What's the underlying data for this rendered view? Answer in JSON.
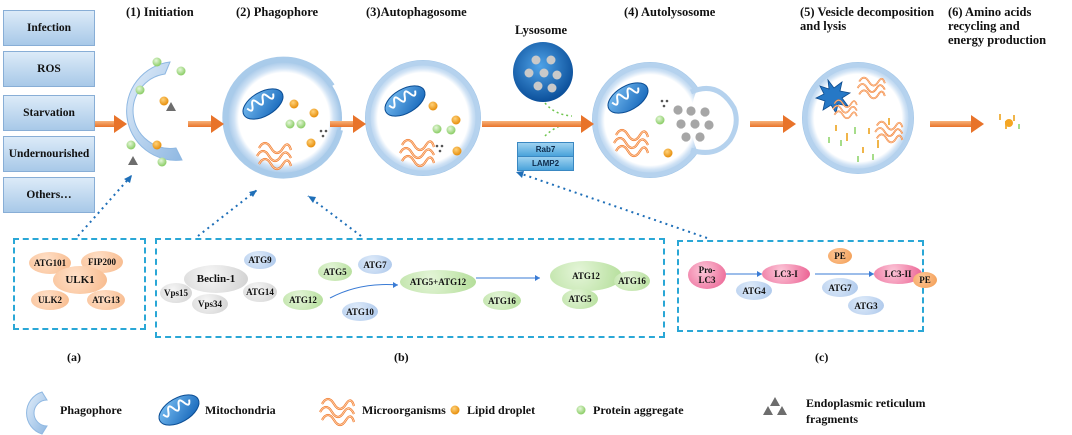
{
  "stages": {
    "s1": "(1) Initiation",
    "s2": "(2) Phagophore",
    "s3": "(3)Autophagosome",
    "lysosome": "Lysosome",
    "s4": "(4) Autolysosome",
    "s5_line1": "(5) Vesicle decomposition",
    "s5_line2": "and lysis",
    "s6_line1": "(6) Amino acids",
    "s6_line2": "recycling and",
    "s6_line3": "energy production"
  },
  "triggers": [
    "Infection",
    "ROS",
    "Starvation",
    "Undernourished",
    "Others…"
  ],
  "lysosome_markers": [
    "Rab7",
    "LAMP2"
  ],
  "panel_a": {
    "label": "(a)",
    "proteins": [
      "ATG101",
      "FIP200",
      "ULK1",
      "ULK2",
      "ATG13"
    ]
  },
  "panel_b": {
    "label": "(b)",
    "complex1": [
      "Beclin-1",
      "ATG9",
      "Vps15",
      "ATG14",
      "Vps34"
    ],
    "complex2": [
      "ATG5",
      "ATG7",
      "ATG12",
      "ATG10",
      "ATG5+ATG12",
      "ATG16",
      "ATG12",
      "ATG16",
      "ATG5"
    ]
  },
  "panel_c": {
    "label": "(c)",
    "proteins": [
      "Pro-",
      "LC3",
      "ATG4",
      "LC3-I",
      "PE",
      "ATG7",
      "ATG3",
      "LC3-II",
      "PE"
    ]
  },
  "legend": {
    "phagophore": "Phagophore",
    "mitochondria": "Mitochondria",
    "microorganisms": "Microorganisms",
    "lipid": "Lipid droplet",
    "protein": "Protein aggregate",
    "er_line1": "Endoplasmic reticulum",
    "er_line2": "fragments"
  },
  "colors": {
    "arrow": "#e8732a",
    "membrane": "#9ec3e6",
    "dash": "#2aa7d6",
    "lipid": "#f5a623",
    "protein": "#a6dd8a",
    "mito": "#2a7fd1",
    "microbe": "#f07a2e"
  },
  "icons": [
    "mitochondria-icon",
    "microorganism-icon",
    "lipid-droplet-icon",
    "protein-aggregate-icon",
    "er-fragment-icon",
    "phagophore-icon",
    "lysosome-icon"
  ]
}
